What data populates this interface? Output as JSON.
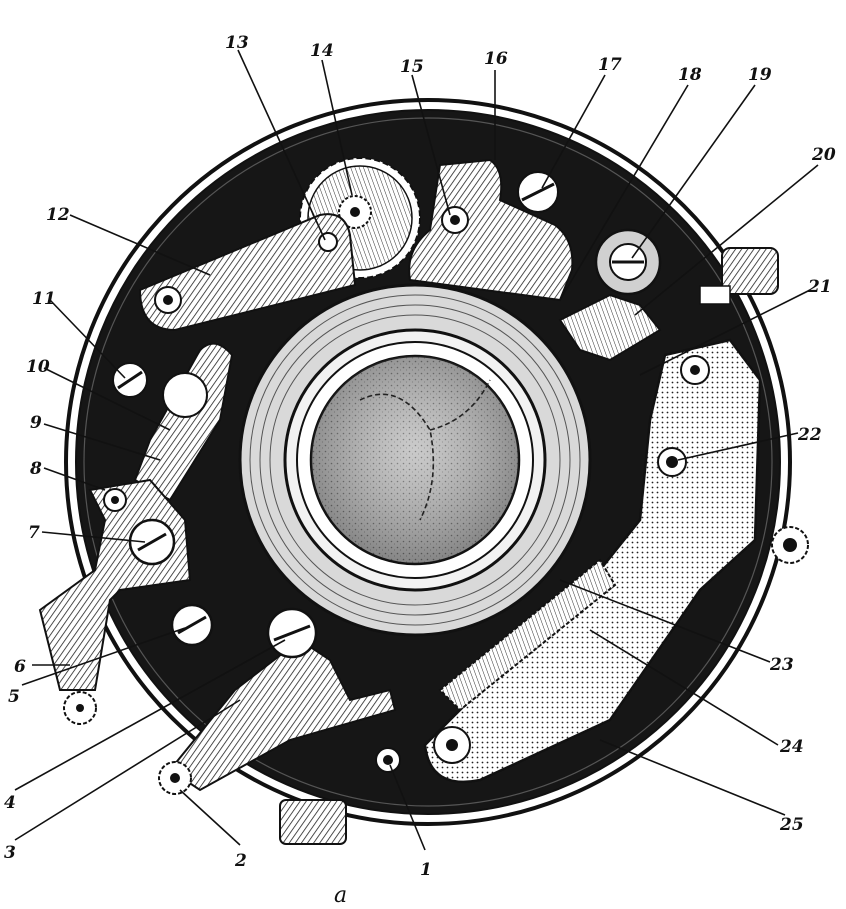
{
  "figure": {
    "caption": "a",
    "callouts": [
      {
        "id": "1",
        "label": "1"
      },
      {
        "id": "2",
        "label": "2"
      },
      {
        "id": "3",
        "label": "3"
      },
      {
        "id": "4",
        "label": "4"
      },
      {
        "id": "5",
        "label": "5"
      },
      {
        "id": "6",
        "label": "6"
      },
      {
        "id": "7",
        "label": "7"
      },
      {
        "id": "8",
        "label": "8"
      },
      {
        "id": "9",
        "label": "9"
      },
      {
        "id": "10",
        "label": "10"
      },
      {
        "id": "11",
        "label": "11"
      },
      {
        "id": "12",
        "label": "12"
      },
      {
        "id": "13",
        "label": "13"
      },
      {
        "id": "14",
        "label": "14"
      },
      {
        "id": "15",
        "label": "15"
      },
      {
        "id": "16",
        "label": "16"
      },
      {
        "id": "17",
        "label": "17"
      },
      {
        "id": "18",
        "label": "18"
      },
      {
        "id": "19",
        "label": "19"
      },
      {
        "id": "20",
        "label": "20"
      },
      {
        "id": "21",
        "label": "21"
      },
      {
        "id": "22",
        "label": "22"
      },
      {
        "id": "23",
        "label": "23"
      },
      {
        "id": "24",
        "label": "24"
      },
      {
        "id": "25",
        "label": "25"
      }
    ]
  }
}
